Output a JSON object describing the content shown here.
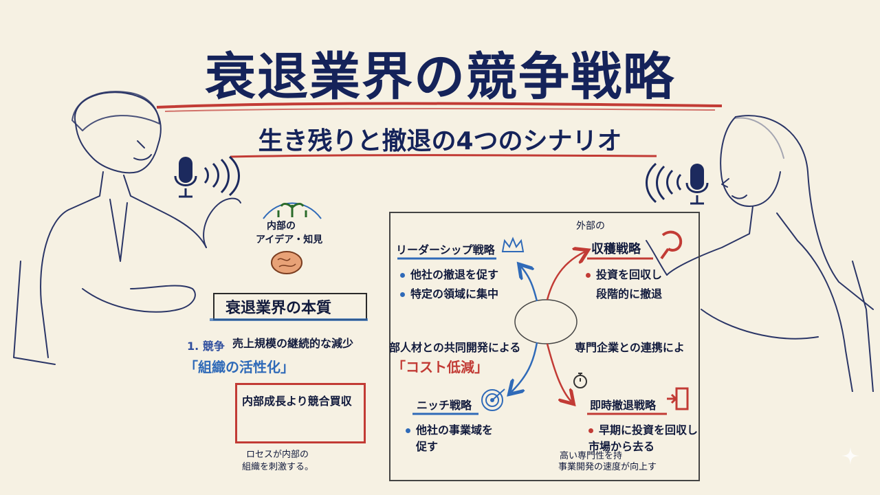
{
  "title": "衰退業界の競争戦略",
  "subtitle": "生き残りと撤退の4つのシナリオ",
  "left_panel": {
    "idea_label_1": "内部の",
    "idea_label_2": "アイデア・知見",
    "essence_title": "衰退業界の本質",
    "point_number": "1. 競争",
    "point_text": "売上規模の継続的な減少",
    "highlight": "「組織の活性化」",
    "box_text": "内部成長より競合買収",
    "note_line1": "ロセスが内部の",
    "note_line2": "組織を刺激する。"
  },
  "diagram": {
    "top_label": "外部の",
    "leadership": {
      "title": "リーダーシップ戦略",
      "bullets": [
        "他社の撤退を促す",
        "特定の領域に集中"
      ]
    },
    "harvest": {
      "title": "収穫戦略",
      "bullets": [
        "投資を回収し",
        "段階的に撤退"
      ]
    },
    "middle_left": "部人材との共同開発による",
    "middle_right": "専門企業との連携によ",
    "cost_reduction": "「コスト低減」",
    "niche": {
      "title": "ニッチ戦略",
      "bullets": [
        "他社の事業域を",
        "促す"
      ]
    },
    "exit": {
      "title": "即時撤退戦略",
      "bullets": [
        "早期に投資を回収し",
        "市場から去る"
      ]
    },
    "bottom_line1": "高い専門性を持",
    "bottom_line2": "事業開発の速度が向上す"
  },
  "colors": {
    "navy": "#15235a",
    "red": "#c23b35",
    "blue": "#2f6ab8",
    "paper": "#f6f1e3"
  }
}
